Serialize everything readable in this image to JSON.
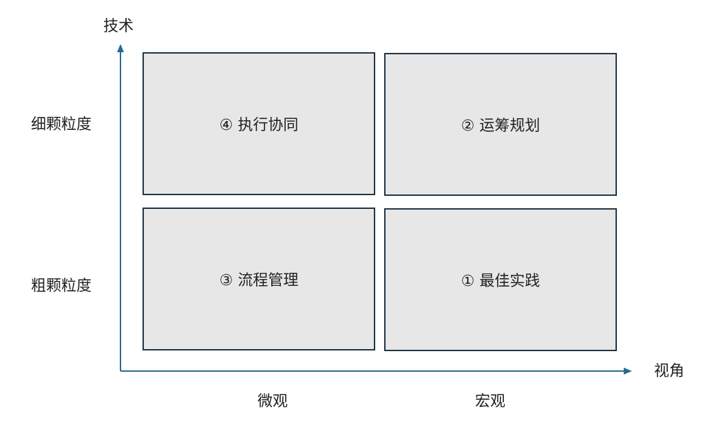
{
  "axes": {
    "y_title": "技术",
    "x_title": "视角",
    "y_ticks": [
      "细颗粒度",
      "粗颗粒度"
    ],
    "x_ticks": [
      "微观",
      "宏观"
    ],
    "color": "#2a6a8e"
  },
  "quadrants": [
    {
      "label": "④ 执行协同"
    },
    {
      "label": "② 运筹规划"
    },
    {
      "label": "③ 流程管理"
    },
    {
      "label": "① 最佳实践"
    }
  ]
}
